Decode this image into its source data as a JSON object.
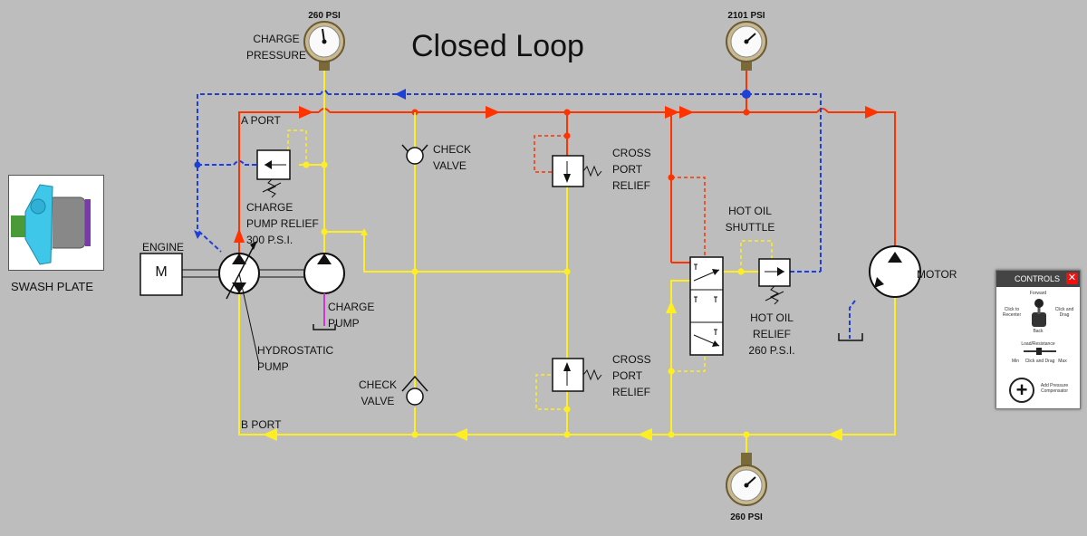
{
  "title": "Closed Loop",
  "colors": {
    "pressure": "#ff3300",
    "charge": "#ffee22",
    "drain": "#1f3fd9",
    "background": "#bdbdbd"
  },
  "gauges": [
    {
      "id": "charge",
      "value": "260 PSI"
    },
    {
      "id": "system",
      "value": "2101 PSI"
    },
    {
      "id": "bottom",
      "value": "260 PSI"
    }
  ],
  "labels": {
    "charge_pressure": "CHARGE PRESSURE",
    "a_port": "A PORT",
    "b_port": "B PORT",
    "charge_pump_relief": "CHARGE PUMP RELIEF 300 P.S.I.",
    "engine": "ENGINE",
    "engine_symbol": "M",
    "hydrostatic_pump": "HYDROSTATIC PUMP",
    "charge_pump": "CHARGE PUMP",
    "check_valve_top": "CHECK VALVE",
    "check_valve_bottom": "CHECK VALVE",
    "cross_port_relief_top": "CROSS PORT RELIEF",
    "cross_port_relief_bottom": "CROSS PORT RELIEF",
    "hot_oil_shuttle": "HOT OIL SHUTTLE",
    "hot_oil_relief": "HOT OIL RELIEF 260 P.S.I.",
    "motor": "MOTOR",
    "swash_plate": "SWASH PLATE"
  },
  "controls": {
    "title": "CONTROLS",
    "close_icon": "close-icon",
    "joystick": {
      "forward": "Forward",
      "back": "Back",
      "left": "Click to Recenter",
      "right": "Click and Drag"
    },
    "load": {
      "title": "Load/Resistance",
      "min": "Min",
      "max": "Max",
      "hint": "Click and Drag"
    },
    "add_compensator": "Add Pressure Compensator"
  }
}
